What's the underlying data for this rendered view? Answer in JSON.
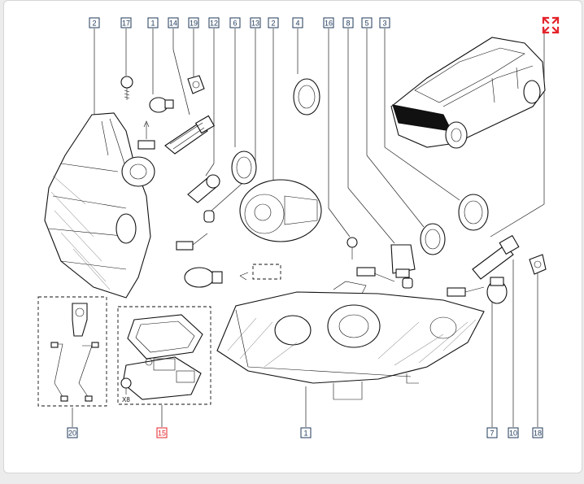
{
  "diagram": {
    "callouts": [
      {
        "label": "2"
      },
      {
        "label": "17"
      },
      {
        "label": "1"
      },
      {
        "label": "14"
      },
      {
        "label": "19"
      },
      {
        "label": "12"
      },
      {
        "label": "6"
      },
      {
        "label": "13"
      },
      {
        "label": "2"
      },
      {
        "label": "4"
      },
      {
        "label": "16"
      },
      {
        "label": "8"
      },
      {
        "label": "5"
      },
      {
        "label": "3"
      },
      {
        "label": "20"
      },
      {
        "label": "15"
      },
      {
        "label": "1"
      },
      {
        "label": "7"
      },
      {
        "label": "10"
      },
      {
        "label": "18"
      }
    ],
    "kit_quantity": "X8",
    "highlight_color": "#e4242b",
    "callout_color": "#1f3a5a"
  },
  "toolbar": {
    "expand_icon": "expand-arrows-icon"
  }
}
